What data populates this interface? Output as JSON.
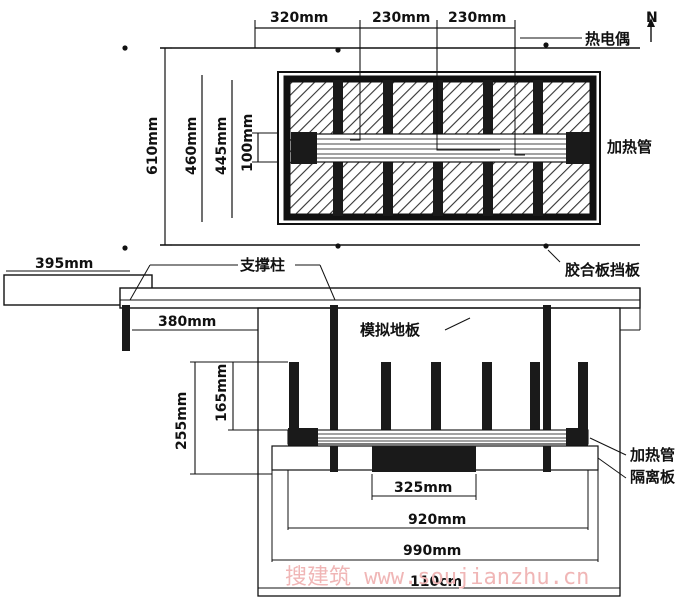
{
  "top_view": {
    "dims": {
      "seg_1": "320mm",
      "seg_2": "230mm",
      "seg_3": "230mm",
      "width_outer": "610mm",
      "width_mid": "460mm",
      "width_inner": "445mm",
      "pipe_gap": "100mm"
    },
    "thermocouple_label": "热电偶",
    "north_label": "N",
    "heating_pipe_label": "加热管"
  },
  "front_view": {
    "dims": {
      "left_slab": "395mm",
      "post_offset": "380mm",
      "height_outer": "255mm",
      "height_inner": "165mm",
      "center_block": "325mm",
      "inner_span": "920mm",
      "mid_span": "990mm",
      "outer_span": "110cm"
    },
    "support_post_label": "支撑柱",
    "baffle_label": "胶合板挡板",
    "floor_label": "模拟地板",
    "heating_pipe_label": "加热管",
    "separator_label": "隔离板"
  },
  "watermark": {
    "text": "搜建筑 www.soujianzhu.cn"
  }
}
